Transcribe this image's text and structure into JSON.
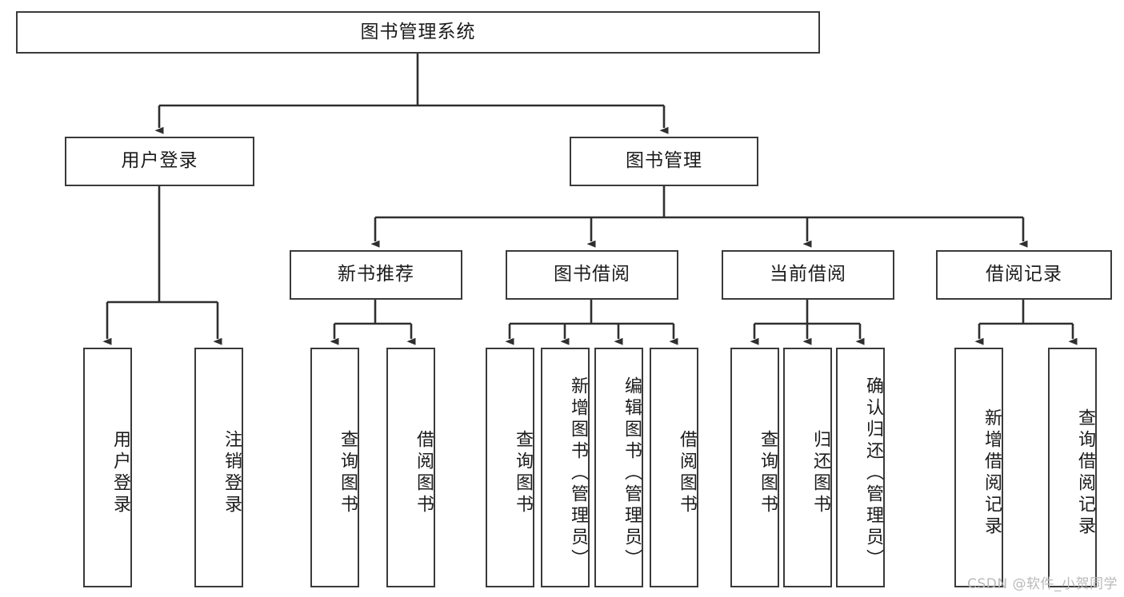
{
  "diagram": {
    "title": "图书管理系统",
    "type": "tree",
    "root": {
      "id": "root",
      "label": "图书管理系统",
      "orientation": "horizontal"
    },
    "level1": [
      {
        "id": "user-login",
        "label": "用户登录",
        "orientation": "horizontal"
      },
      {
        "id": "book-manage",
        "label": "图书管理",
        "orientation": "horizontal"
      }
    ],
    "level2": [
      {
        "id": "new-book-recommend",
        "label": "新书推荐",
        "orientation": "horizontal",
        "parent": "book-manage"
      },
      {
        "id": "book-borrow",
        "label": "图书借阅",
        "orientation": "horizontal",
        "parent": "book-manage"
      },
      {
        "id": "current-borrow",
        "label": "当前借阅",
        "orientation": "horizontal",
        "parent": "book-manage"
      },
      {
        "id": "borrow-record",
        "label": "借阅记录",
        "orientation": "horizontal",
        "parent": "book-manage"
      }
    ],
    "leaves": [
      {
        "id": "leaf-user-login",
        "label": "用户登录",
        "orientation": "vertical",
        "parent": "user-login"
      },
      {
        "id": "leaf-user-logout",
        "label": "注销登录",
        "orientation": "vertical",
        "parent": "user-login"
      },
      {
        "id": "leaf-query-book-1",
        "label": "查询图书",
        "orientation": "vertical",
        "parent": "new-book-recommend"
      },
      {
        "id": "leaf-borrow-book-1",
        "label": "借阅图书",
        "orientation": "vertical",
        "parent": "new-book-recommend"
      },
      {
        "id": "leaf-query-book-2",
        "label": "查询图书",
        "orientation": "vertical",
        "parent": "book-borrow"
      },
      {
        "id": "leaf-add-book",
        "label": "新增图书（管理员）",
        "orientation": "vertical",
        "parent": "book-borrow"
      },
      {
        "id": "leaf-edit-book",
        "label": "编辑图书（管理员）",
        "orientation": "vertical",
        "parent": "book-borrow"
      },
      {
        "id": "leaf-borrow-book-2",
        "label": "借阅图书",
        "orientation": "vertical",
        "parent": "book-borrow"
      },
      {
        "id": "leaf-query-book-3",
        "label": "查询图书",
        "orientation": "vertical",
        "parent": "current-borrow"
      },
      {
        "id": "leaf-return-book",
        "label": "归还图书",
        "orientation": "vertical",
        "parent": "current-borrow"
      },
      {
        "id": "leaf-confirm-return",
        "label": "确认归还（管理员）",
        "orientation": "vertical",
        "parent": "current-borrow"
      },
      {
        "id": "leaf-add-record",
        "label": "新增借阅记录",
        "orientation": "vertical",
        "parent": "borrow-record"
      },
      {
        "id": "leaf-query-record",
        "label": "查询借阅记录",
        "orientation": "vertical",
        "parent": "borrow-record"
      }
    ],
    "colors": {
      "box_border": "#3a3a3a",
      "box_fill": "#ffffff",
      "connector": "#2f2f2f",
      "text": "#1b1b1b",
      "background": "#ffffff",
      "watermark": "#b9b9b9"
    }
  },
  "watermark": {
    "text": "CSDN @软件_小贺同学"
  }
}
